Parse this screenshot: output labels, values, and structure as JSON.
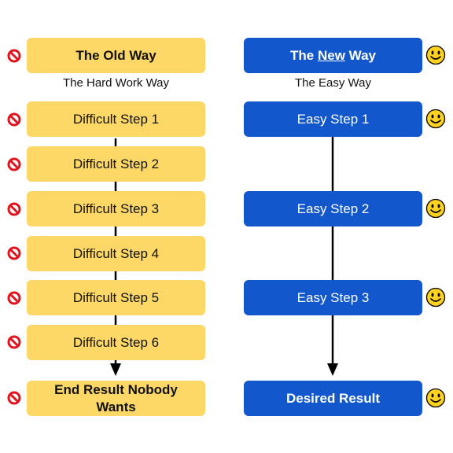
{
  "old_way": {
    "title": "The Old Way",
    "subtitle": "The Hard Work Way",
    "steps": [
      "Difficult Step 1",
      "Difficult Step 2",
      "Difficult Step 3",
      "Difficult Step 4",
      "Difficult Step 5",
      "Difficult Step 6"
    ],
    "result_line1": "End Result Nobody",
    "result_line2": "Wants",
    "color": "#FDD866",
    "icon": "no-entry-icon"
  },
  "new_way": {
    "title_prefix": "The ",
    "title_emph": "New",
    "title_suffix": " Way",
    "subtitle": "The Easy Way",
    "steps": [
      "Easy Step 1",
      "Easy Step 2",
      "Easy Step 3"
    ],
    "result": "Desired Result",
    "color": "#1258CC",
    "icon": "smiley-face-icon"
  }
}
